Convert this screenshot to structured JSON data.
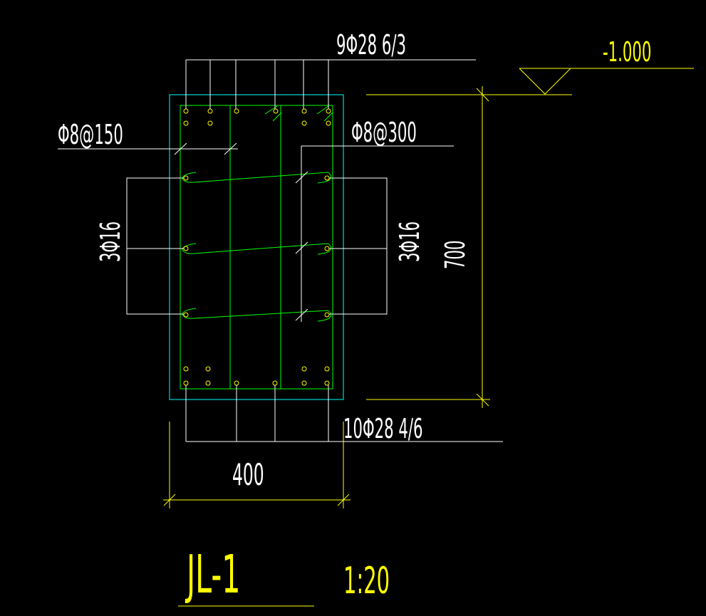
{
  "drawing": {
    "background": "#000000",
    "colors": {
      "concrete_outline": "#00ffff",
      "stirrup": "#00ff00",
      "rebar": "#ffff00",
      "leader": "#ffffff",
      "dimension": "#ffff00"
    },
    "top_rebar_label": "9Φ28  6/3",
    "bottom_rebar_label": "10Φ28  4/6",
    "stirrup_left_label": "Φ8@150",
    "stirrup_right_label": "Φ8@300",
    "side_rebar_left_label": "3Φ16",
    "side_rebar_right_label": "3Φ16",
    "elevation_label": "-1.000",
    "height_dim": "700",
    "width_dim": "400",
    "title": "JL-1",
    "scale": "1:20"
  }
}
